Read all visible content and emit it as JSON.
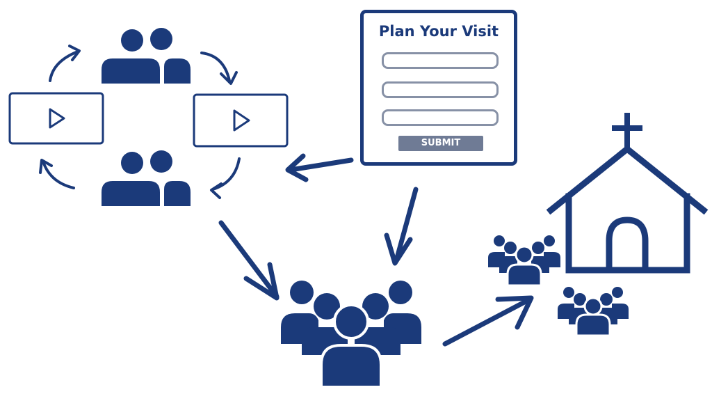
{
  "form": {
    "title": "Plan Your Visit",
    "fields": [
      "",
      "",
      ""
    ],
    "submit_label": "SUBMIT"
  },
  "colors": {
    "primary": "#1b3a7a",
    "field_border": "#8791a6",
    "submit_bg": "#6f7b95"
  },
  "icons": [
    "people-pair-icon",
    "video-play-icon",
    "cycle-arrow-icon",
    "form-card",
    "crowd-icon",
    "small-group-icon",
    "church-icon",
    "flow-arrow"
  ]
}
